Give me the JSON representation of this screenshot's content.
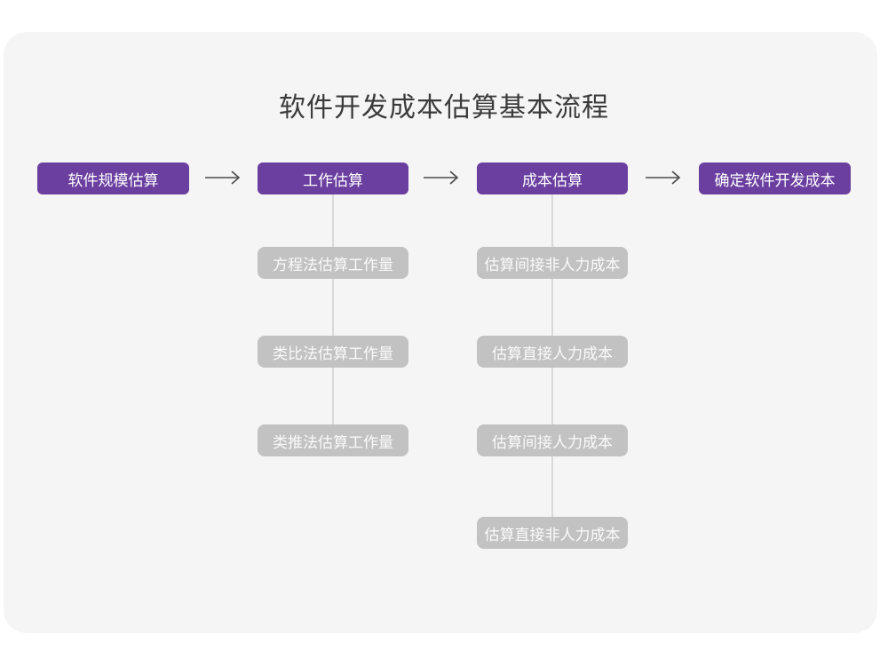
{
  "page": {
    "title": "软件开发成本估算基本流程"
  },
  "flow": {
    "steps": [
      {
        "label": "软件规模估算"
      },
      {
        "label": "工作估算"
      },
      {
        "label": "成本估算"
      },
      {
        "label": "确定软件开发成本"
      }
    ],
    "effort_estimation_methods": [
      {
        "label": "方程法估算工作量"
      },
      {
        "label": "类比法估算工作量"
      },
      {
        "label": "类推法估算工作量"
      }
    ],
    "cost_estimation_steps": [
      {
        "label": "估算间接非人力成本"
      },
      {
        "label": "估算直接人力成本"
      },
      {
        "label": "估算间接人力成本"
      },
      {
        "label": "估算直接非人力成本"
      }
    ]
  },
  "icons": {
    "flow_arrow": "arrow-right-icon"
  },
  "colors": {
    "primary_node": "#6b3fa0",
    "secondary_node": "#c2c2c2",
    "node_text": "#ffffff",
    "secondary_node_text": "#fafafa",
    "connector_line": "#d9d9d9",
    "arrow": "#4d4d4d",
    "canvas_background": "#f5f5f6",
    "title_text": "#3b3b3b"
  }
}
